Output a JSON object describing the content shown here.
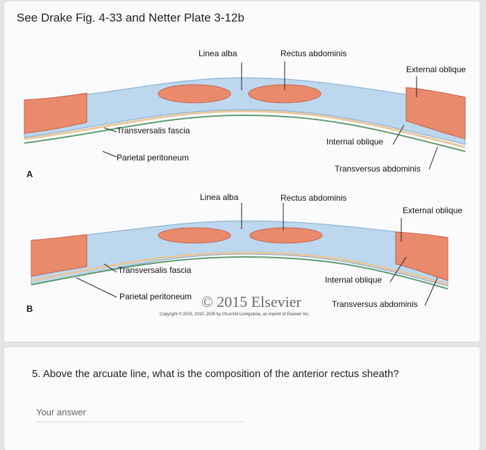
{
  "heading": "See Drake Fig. 4-33 and Netter Plate 3-12b",
  "panel_a": {
    "letter": "A",
    "linea_alba": "Linea alba",
    "rectus_abdominis": "Rectus abdominis",
    "external_oblique": "External oblique",
    "transversalis_fascia": "Transversalis fascia",
    "internal_oblique": "Internal oblique",
    "parietal_peritoneum": "Parietal peritoneum",
    "transversus_abdominis": "Transversus abdominis"
  },
  "panel_b": {
    "letter": "B",
    "linea_alba": "Linea alba",
    "rectus_abdominis": "Rectus abdominis",
    "external_oblique": "External oblique",
    "transversalis_fascia": "Transversalis fascia",
    "internal_oblique": "Internal oblique",
    "parietal_peritoneum": "Parietal peritoneum",
    "transversus_abdominis": "Transversus abdominis"
  },
  "watermark": "© 2015 Elsevier",
  "copyright": "Copyright © 2015, 2010, 2005 by Churchill Livingstone, an imprint of Elsevier Inc.",
  "question": "5. Above the arcuate line, what is the composition of the anterior rectus sheath?",
  "answer_placeholder": "Your answer",
  "colors": {
    "muscle": "#e98a6c",
    "fascia": "#9fc6e6",
    "peritoneum": "#5d9a6d",
    "aponeurosis": "#c9dcee"
  }
}
